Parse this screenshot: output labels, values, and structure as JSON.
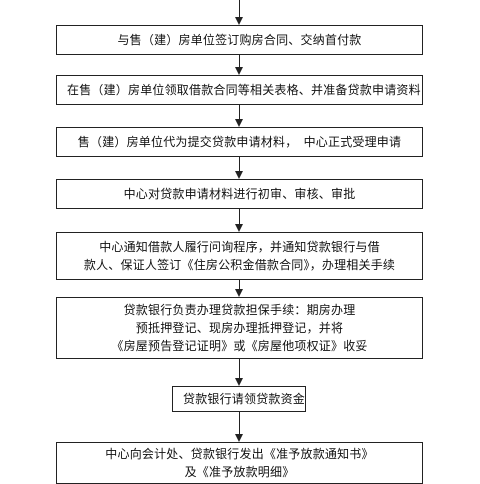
{
  "steps": [
    {
      "lines": [
        "与售（建）房单位签订购房合同、交纳首付款"
      ]
    },
    {
      "lines": [
        "在售（建）房单位领取借款合同等相关表格、并准备贷款申请资料"
      ]
    },
    {
      "lines": [
        "售（建）房单位代为提交贷款申请材料，　中心正式受理申请"
      ]
    },
    {
      "lines": [
        "中心对贷款申请材料进行初审、审核、审批"
      ]
    },
    {
      "lines": [
        "中心通知借款人履行问询程序，并通知贷款银行与借",
        "款人、保证人签订《住房公积金借款合同》，办理相关手续"
      ]
    },
    {
      "lines": [
        "贷款银行负责办理贷款担保手续：期房办理",
        "预抵押登记、现房办理抵押登记，并将",
        "《房屋预告登记证明》或《房屋他项权证》收妥"
      ]
    },
    {
      "lines": [
        "贷款银行请领贷款资金"
      ]
    },
    {
      "lines": [
        "中心向会计处、贷款银行发出《准予放款通知书》",
        "及《准予放款明细》"
      ]
    }
  ]
}
